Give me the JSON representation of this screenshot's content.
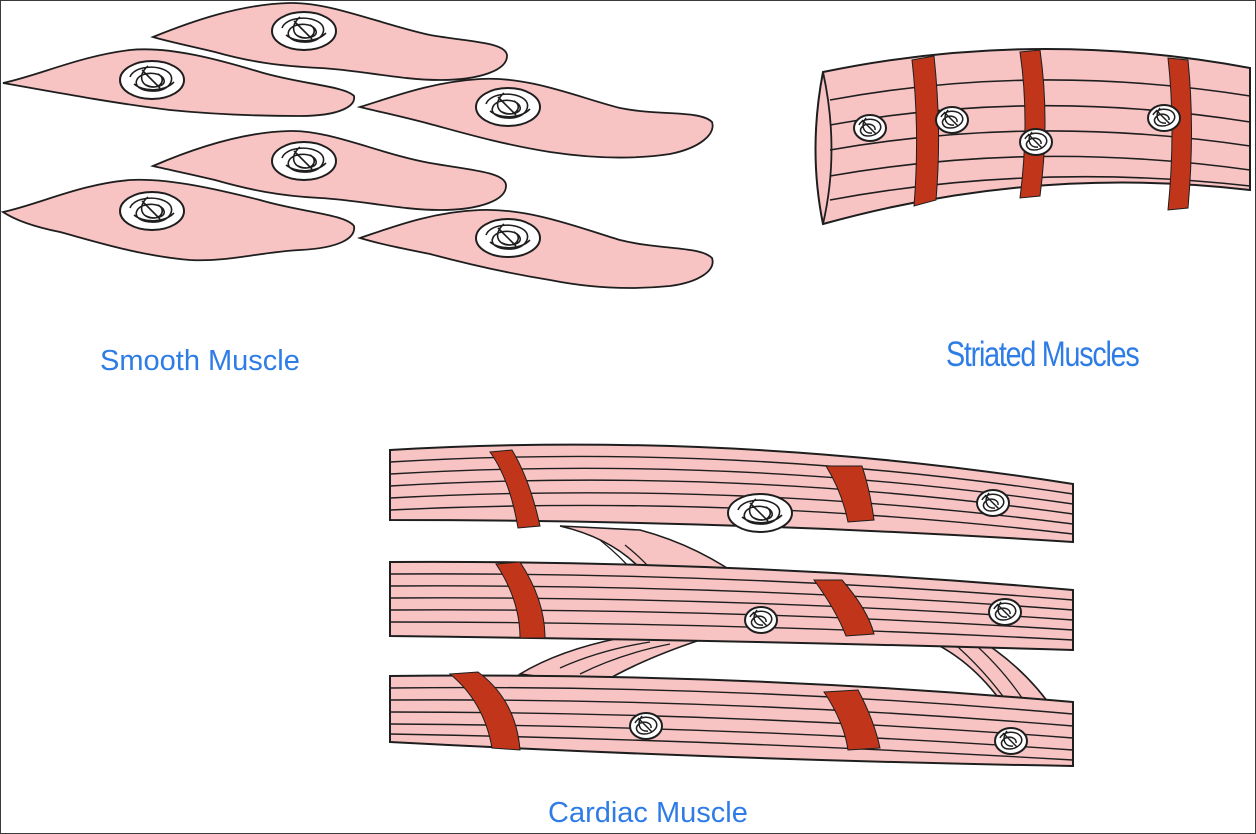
{
  "labels": {
    "smooth": "Smooth Muscle",
    "striated": "Striated Muscles",
    "cardiac": "Cardiac Muscle"
  },
  "colors": {
    "fiber_fill": "#f7c3c3",
    "band": "#c1351b",
    "outline": "#1e1e1e",
    "label_blue": "#2e7ce6"
  },
  "figure": {
    "smooth_muscle_cells": 6,
    "striated_fiber_bands": 3,
    "cardiac_fibers": 3
  }
}
